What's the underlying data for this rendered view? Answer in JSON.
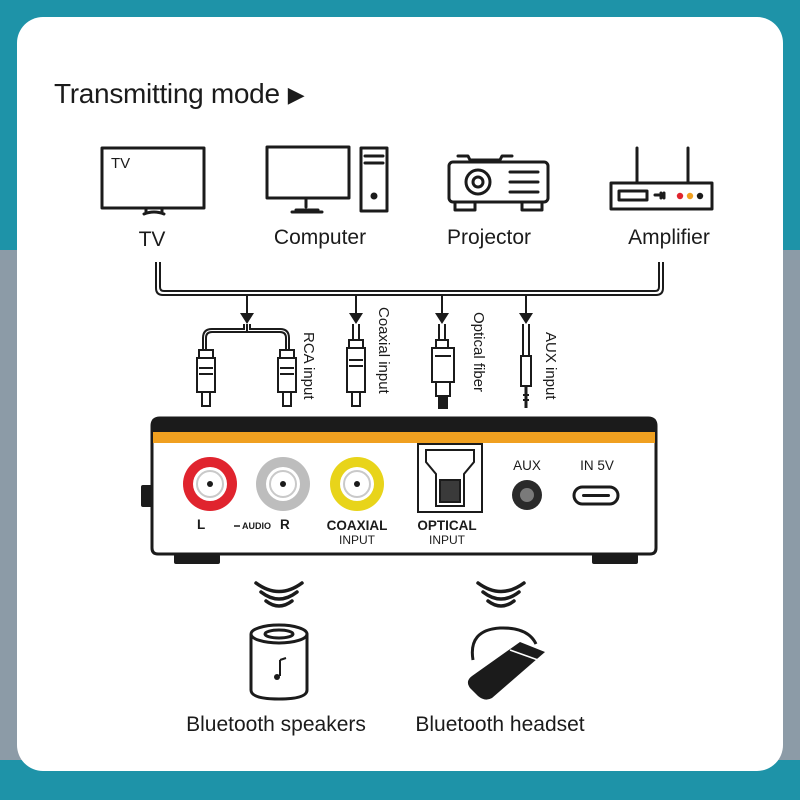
{
  "title": "Transmitting mode",
  "title_arrow": "▶",
  "sources": {
    "tv": {
      "label": "TV",
      "screen_text": "TV"
    },
    "computer": {
      "label": "Computer"
    },
    "projector": {
      "label": "Projector"
    },
    "amplifier": {
      "label": "Amplifier"
    }
  },
  "cables": {
    "rca": "RCA input",
    "coaxial": "Coaxial input",
    "optical": "Optical fiber",
    "aux": "AUX input"
  },
  "device_ports": {
    "l": "L",
    "audio": "AUDIO",
    "r": "R",
    "coaxial_line1": "COAXIAL",
    "coaxial_line2": "INPUT",
    "optical_line1": "OPTICAL",
    "optical_line2": "INPUT",
    "aux": "AUX",
    "power": "IN 5V"
  },
  "outputs": {
    "speakers": "Bluetooth speakers",
    "headset": "Bluetooth headset"
  },
  "colors": {
    "teal": "#1e93a8",
    "orange": "#f0a020",
    "red_port": "#e0242e",
    "yellow_port": "#e8d41a"
  }
}
